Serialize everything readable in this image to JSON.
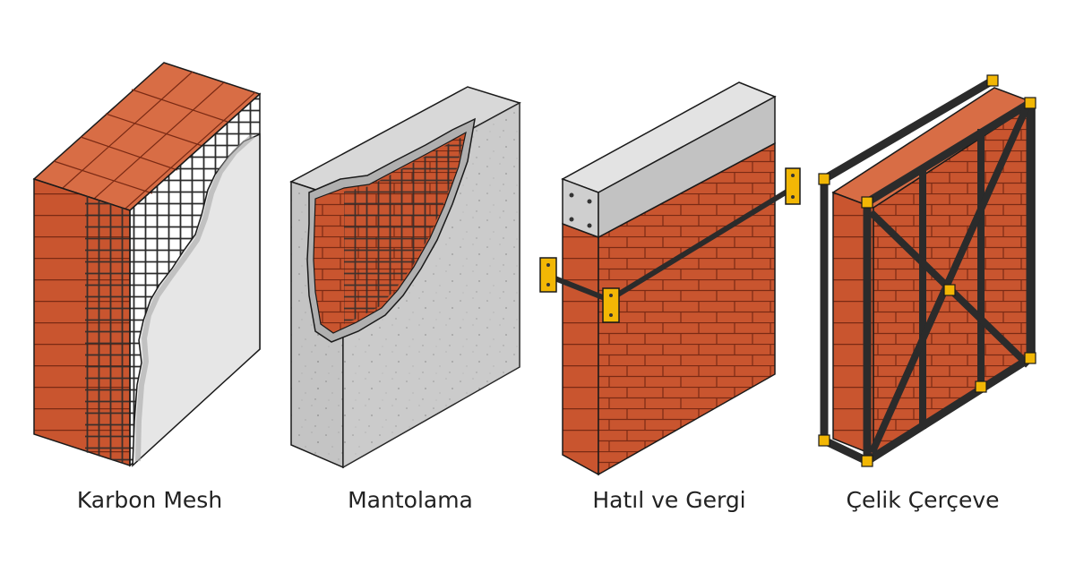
{
  "figure": {
    "panels": [
      {
        "id": "karbon-mesh",
        "label": "Karbon Mesh"
      },
      {
        "id": "mantolama",
        "label": "Mantolama"
      },
      {
        "id": "hatil-ve-gergi",
        "label": "Hatıl ve Gergi"
      },
      {
        "id": "celik-cerceve",
        "label": "Çelik Çerçeve"
      }
    ]
  },
  "colors": {
    "brick": "#c9552f",
    "brick_top": "#d86d45",
    "brick_side": "#a9401f",
    "mortar": "#7a2a14",
    "plaster": "#e6e6e6",
    "concrete": "#bdbdbd",
    "concrete_front": "#c9c9c9",
    "concrete_side": "#aaaaaa",
    "steel": "#2b2b2b",
    "bracket": "#f2b705",
    "outline": "#1a1a1a"
  }
}
